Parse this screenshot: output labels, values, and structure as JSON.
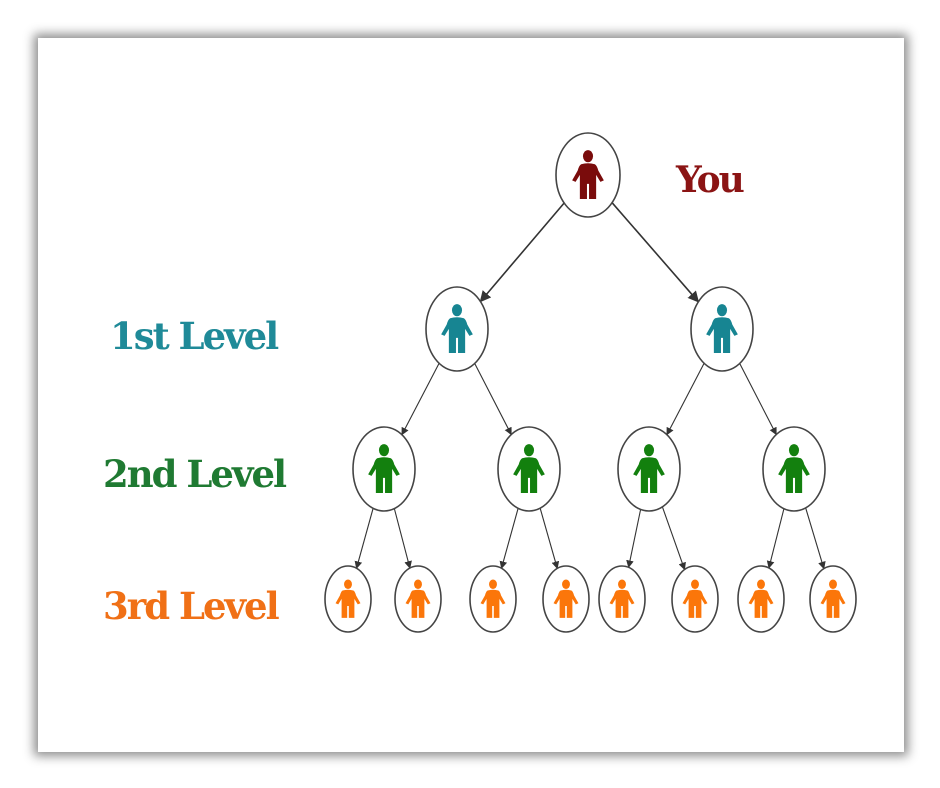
{
  "labels": {
    "you": "You",
    "level1": "1st Level",
    "level2": "2nd Level",
    "level3": "3rd Level"
  },
  "colors": {
    "you": "#8b1414",
    "level1": "#1f8a98",
    "level2": "#1f7a32",
    "level3": "#f07016",
    "person_root": "#7a0c0c",
    "person_level1": "#178592",
    "person_level2": "#13800e",
    "person_level3": "#fb760a"
  },
  "tree": {
    "levels": [
      {
        "name": "you",
        "count": 1
      },
      {
        "name": "level1",
        "count": 2
      },
      {
        "name": "level2",
        "count": 4
      },
      {
        "name": "level3",
        "count": 8
      }
    ],
    "node_icon": "person-icon"
  }
}
